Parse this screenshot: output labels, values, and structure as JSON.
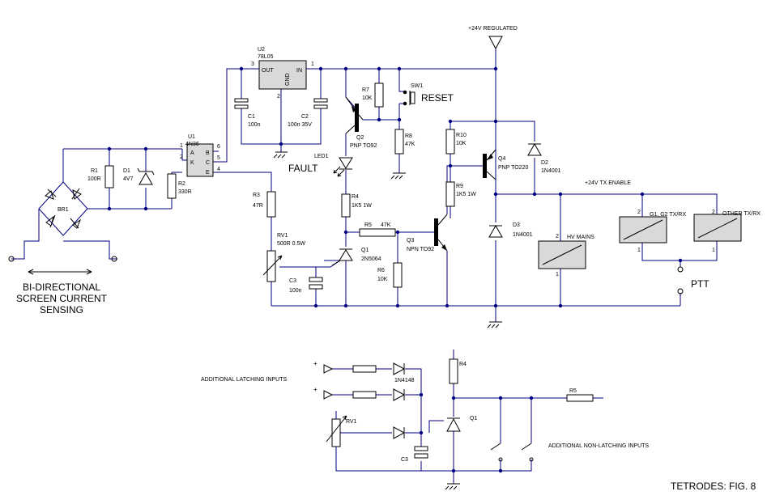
{
  "supply": {
    "label": "+24V REGULATED"
  },
  "regulator": {
    "ref": "U2",
    "part": "78L05",
    "out": "OUT",
    "gnd": "GND",
    "in": "IN",
    "pin_out": "3",
    "pin_gnd": "2",
    "pin_in": "1"
  },
  "optocoupler": {
    "ref": "U1",
    "part": "4N36",
    "pin1": "1",
    "pin2": "2",
    "pin4": "4",
    "pin5": "5",
    "pin6": "6",
    "a": "A",
    "k": "K",
    "b": "B",
    "c": "C",
    "e": "E"
  },
  "c1": {
    "ref": "C1",
    "value": "100n"
  },
  "c2": {
    "ref": "C2",
    "value": "100n 35V"
  },
  "c3": {
    "ref": "C3",
    "value": "100n"
  },
  "r1": {
    "ref": "R1",
    "value": "100R"
  },
  "d1": {
    "ref": "D1",
    "value": "4V7"
  },
  "r2": {
    "ref": "R2",
    "value": "330R"
  },
  "r3": {
    "ref": "R3",
    "value": "47R"
  },
  "rv1": {
    "ref": "RV1",
    "value": "500R 0.5W"
  },
  "br1": {
    "ref": "BR1"
  },
  "r7": {
    "ref": "R7",
    "value": "10K"
  },
  "sw1": {
    "ref": "SW1",
    "label": "RESET"
  },
  "q2": {
    "ref": "Q2",
    "value": "PNP TO92"
  },
  "r8": {
    "ref": "R8",
    "value": "47K"
  },
  "led1": {
    "ref": "LED1",
    "label": "FAULT"
  },
  "r4": {
    "ref": "R4",
    "value": "1K5 1W"
  },
  "r5": {
    "ref": "R5",
    "value": "47K"
  },
  "q1": {
    "ref": "Q1",
    "value": "2N5064"
  },
  "r6": {
    "ref": "R6",
    "value": "10K"
  },
  "q3": {
    "ref": "Q3",
    "value": "NPN TO92"
  },
  "r10": {
    "ref": "R10",
    "value": "10K"
  },
  "r9": {
    "ref": "R9",
    "value": "1K5 1W"
  },
  "q4": {
    "ref": "Q4",
    "value": "PNP TO220"
  },
  "d2": {
    "ref": "D2",
    "value": "1N4001"
  },
  "d3": {
    "ref": "D3",
    "value": "1N4001"
  },
  "tx_enable": {
    "label": "+24V TX ENABLE"
  },
  "hv_relay": {
    "label": "HV MAINS",
    "pin2": "2",
    "pin1": "1"
  },
  "g1_relay": {
    "label": "G1, G2 TX/RX",
    "pin2": "2",
    "pin1": "1"
  },
  "other_relay": {
    "label": "OTHER TX/RX",
    "pin2": "2",
    "pin1": "1"
  },
  "ptt": {
    "label": "PTT"
  },
  "sensing": {
    "line1": "BI-DIRECTIONAL",
    "line2": "SCREEN CURRENT",
    "line3": "SENSING"
  },
  "detail": {
    "plus": "+",
    "latching_label": "ADDITIONAL LATCHING INPUTS",
    "diode": "1N4148",
    "r4": "R4",
    "r5": "R5",
    "q1": "Q1",
    "rv1": "RV1",
    "c3": "C3",
    "nonlatching_label": "ADDITIONAL NON-LATCHING INPUTS"
  },
  "caption": "TETRODES: FIG. 8"
}
